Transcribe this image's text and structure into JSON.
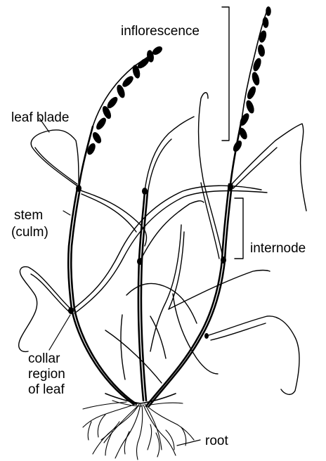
{
  "labels": {
    "inflorescence": "inflorescence",
    "leaf_blade": "leaf blade",
    "stem_line1": "stem",
    "stem_line2": "(culm)",
    "internode": "internode",
    "collar_line1": "collar",
    "collar_line2": "region",
    "collar_line3": "of leaf",
    "root": "root"
  },
  "colors": {
    "ink": "#000000",
    "paper": "#ffffff"
  }
}
